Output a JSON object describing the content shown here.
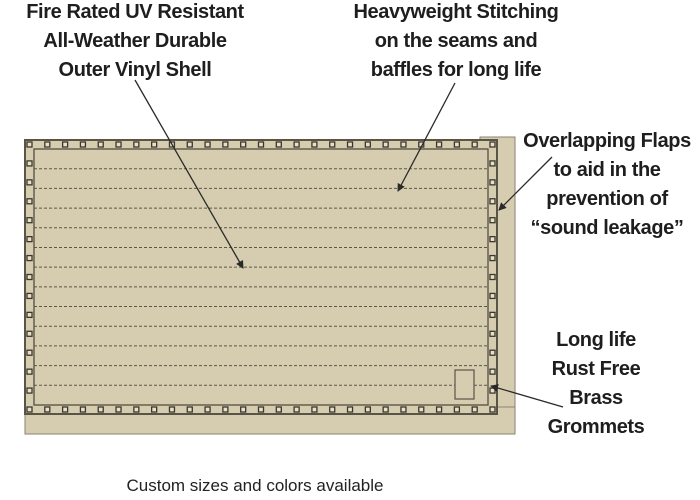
{
  "callouts": {
    "vinyl_shell": [
      "Fire Rated UV Resistant",
      "All-Weather Durable",
      "Outer Vinyl Shell"
    ],
    "stitching": [
      "Heavyweight Stitching",
      "on the seams and",
      "baffles for long life"
    ],
    "flaps": [
      "Overlapping Flaps",
      "to aid in the",
      "prevention of",
      "“sound leakage”"
    ],
    "grommets": [
      "Long life",
      "Rust Free",
      "Brass",
      "Grommets"
    ]
  },
  "footer": "Custom sizes and colors available",
  "colors": {
    "panel": "#d6cdb0",
    "panel_edge": "#5a5446",
    "stitch": "#5c5648",
    "grommet": "#3a362e",
    "text": "#1e1e1e"
  },
  "panel": {
    "baffle_count": 13,
    "grommets_per_long_edge": 27,
    "grommets_per_short_edge": 15
  }
}
